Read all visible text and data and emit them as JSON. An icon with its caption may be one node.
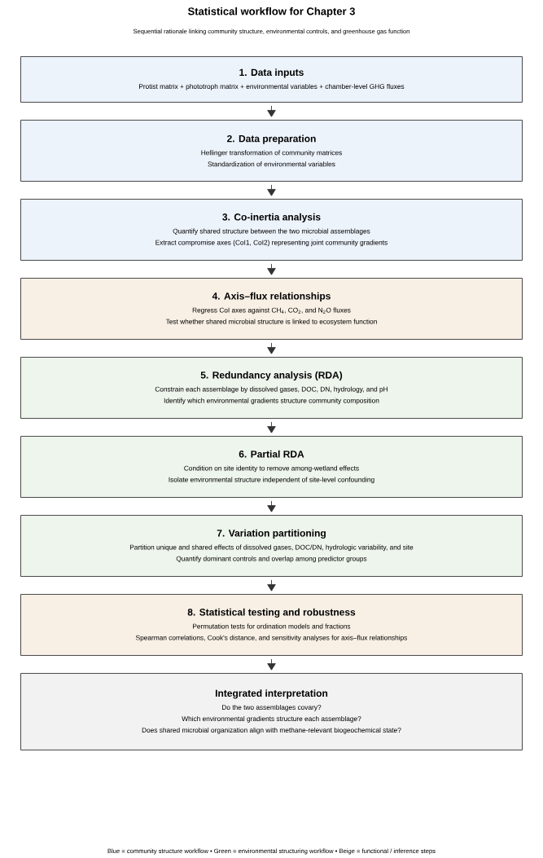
{
  "diagram": {
    "title": "Statistical workflow for Chapter 3",
    "labels": [
      "Sequential rationale linking community structure, environmental controls, and greenhouse gas function"
    ],
    "caption": "Blue = community structure workflow • Green = environmental structuring workflow • Beige = functional / inference steps",
    "nodes": [
      {
        "text": [
          "1. Data inputs",
          "Protist matrix + phototroph matrix + environmental variables + chamber-level GHG fluxes"
        ]
      },
      {
        "text": [
          "2. Data preparation",
          "Hellinger transformation of community matrices",
          "Standardization of environmental variables"
        ]
      },
      {
        "text": [
          "3. Co-inertia analysis",
          "Quantify shared structure between the two microbial assemblages",
          "Extract compromise axes (CoI1, CoI2) representing joint community gradients"
        ]
      },
      {
        "text": [
          "4. Axis–flux relationships",
          "Regress CoI axes against CH$_{4}$, CO$_{2}$, and N$_{2}$O fluxes",
          "Test whether shared microbial structure is linked to ecosystem function"
        ]
      },
      {
        "text": [
          "5. Redundancy analysis (RDA)",
          "Constrain each assemblage by dissolved gases, DOC, DN, hydrology, and pH",
          "Identify which environmental gradients structure community composition"
        ]
      },
      {
        "text": [
          "6. Partial RDA",
          "Condition on site identity to remove among-wetland effects",
          "Isolate environmental structure independent of site-level confounding"
        ]
      },
      {
        "text": [
          "7. Variation partitioning",
          "Partition unique and shared effects of dissolved gases, DOC/DN, hydrologic variability, and site",
          "Quantify dominant controls and overlap among predictor groups"
        ]
      },
      {
        "text": [
          "8. Statistical testing and robustness",
          "Permutation tests for ordination models and fractions",
          "Spearman correlations, Cook's distance, and sensitivity analyses for axis–flux relationships"
        ]
      },
      {
        "text": [
          "Integrated interpretation",
          "Do the two assemblages covary?",
          "Which environmental gradients structure each assemblage?",
          "Does shared microbial organization align with methane-relevant biogeochemical state?"
        ]
      }
    ],
    "edges": [
      {
        "from": 0,
        "to": 1,
        "arrow": "to"
      },
      {
        "from": 1,
        "to": 2,
        "arrow": "to"
      },
      {
        "from": 2,
        "to": 3,
        "arrow": "to"
      },
      {
        "from": 3,
        "to": 4,
        "arrow": "to"
      },
      {
        "from": 4,
        "to": 5,
        "arrow": "to"
      },
      {
        "from": 5,
        "to": 6,
        "arrow": "to"
      },
      {
        "from": 6,
        "to": 7,
        "arrow": "to"
      },
      {
        "from": 7,
        "to": 8,
        "arrow": "to"
      }
    ]
  }
}
